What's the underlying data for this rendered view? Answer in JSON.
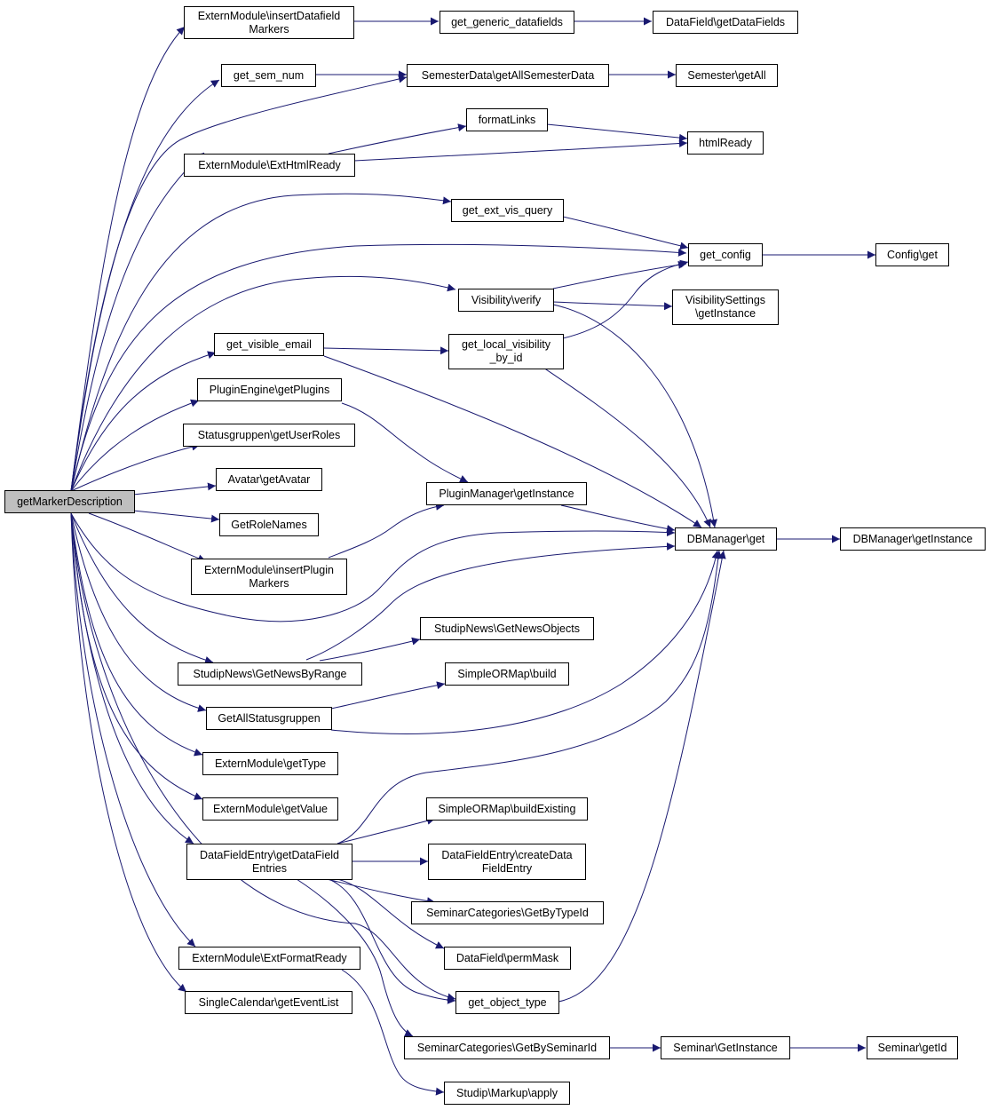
{
  "colors": {
    "edge": "#191970",
    "node_border": "#000000",
    "root_fill": "#bfbfbf",
    "node_fill": "#ffffff"
  },
  "nodes": {
    "root": "getMarkerDescription",
    "insertDatafieldMarkers": "ExternModule\\insertDatafield\nMarkers",
    "getGenericDatafields": "get_generic_datafields",
    "dataFieldGetDataFields": "DataField\\getDataFields",
    "getSemNum": "get_sem_num",
    "semesterDataGetAll": "SemesterData\\getAllSemesterData",
    "semesterGetAll": "Semester\\getAll",
    "formatLinks": "formatLinks",
    "htmlReady": "htmlReady",
    "externExtHtmlReady": "ExternModule\\ExtHtmlReady",
    "getExtVisQuery": "get_ext_vis_query",
    "getConfig": "get_config",
    "configGet": "Config\\get",
    "visibilityVerify": "Visibility\\verify",
    "visibilitySettingsGetInstance": "VisibilitySettings\n\\getInstance",
    "getVisibleEmail": "get_visible_email",
    "getLocalVisibilityById": "get_local_visibility\n_by_id",
    "pluginEngineGetPlugins": "PluginEngine\\getPlugins",
    "statusgruppenGetUserRoles": "Statusgruppen\\getUserRoles",
    "avatarGetAvatar": "Avatar\\getAvatar",
    "getRoleNames": "GetRoleNames",
    "pluginManagerGetInstance": "PluginManager\\getInstance",
    "dbManagerGet": "DBManager\\get",
    "dbManagerGetInstance": "DBManager\\getInstance",
    "insertPluginMarkers": "ExternModule\\insertPlugin\nMarkers",
    "studipNewsGetNewsObjects": "StudipNews\\GetNewsObjects",
    "studipNewsGetNewsByRange": "StudipNews\\GetNewsByRange",
    "simpleORMapBuild": "SimpleORMap\\build",
    "getAllStatusgruppen": "GetAllStatusgruppen",
    "externGetType": "ExternModule\\getType",
    "externGetValue": "ExternModule\\getValue",
    "simpleORMapBuildExisting": "SimpleORMap\\buildExisting",
    "dataFieldEntryGetDataFieldEntries": "DataFieldEntry\\getDataField\nEntries",
    "dataFieldEntryCreateDataFieldEntry": "DataFieldEntry\\createData\nFieldEntry",
    "seminarCategoriesGetByTypeId": "SeminarCategories\\GetByTypeId",
    "dataFieldPermMask": "DataField\\permMask",
    "externExtFormatReady": "ExternModule\\ExtFormatReady",
    "getObjectType": "get_object_type",
    "singleCalendarGetEventList": "SingleCalendar\\getEventList",
    "seminarCategoriesGetBySeminarId": "SeminarCategories\\GetBySeminarId",
    "seminarGetInstance": "Seminar\\GetInstance",
    "seminarGetId": "Seminar\\getId",
    "studipMarkupApply": "Studip\\Markup\\apply"
  }
}
